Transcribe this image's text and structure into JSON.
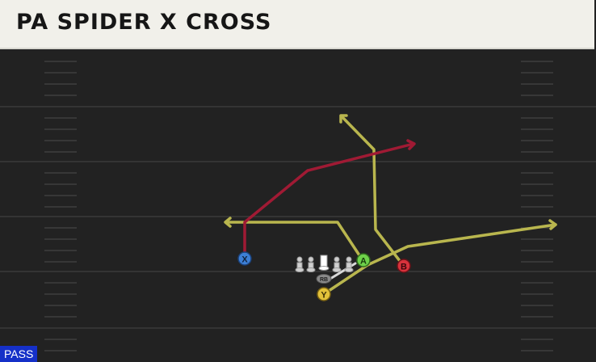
{
  "play": {
    "title": "PA SPIDER X CROSS",
    "tag": "PASS",
    "tag_color": "#1530c8"
  },
  "colors": {
    "field": "#222222",
    "yard_line": "#3a3a3a",
    "hash": "#4a4a4a",
    "route_yellow": "#b9b64e",
    "route_red": "#a01a34",
    "block_white": "#d9d9d9"
  },
  "players": [
    {
      "id": "x",
      "label": "X",
      "color": "#3c7fd6"
    },
    {
      "id": "a",
      "label": "A",
      "color": "#6ed24a"
    },
    {
      "id": "b",
      "label": "B",
      "color": "#d8323c"
    },
    {
      "id": "y",
      "label": "Y",
      "color": "#e3c23a"
    },
    {
      "id": "rb",
      "label": "RB",
      "color": "#8a8a8a"
    }
  ],
  "linemen_count": 5
}
